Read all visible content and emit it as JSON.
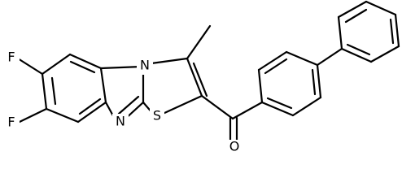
{
  "colors": {
    "background": "#ffffff",
    "ink": "#000000"
  },
  "atoms": {
    "f_upper": "F",
    "f_lower": "F",
    "n_ring": "N",
    "n_imine": "N",
    "s_ring": "S",
    "o_carbonyl": "O"
  }
}
